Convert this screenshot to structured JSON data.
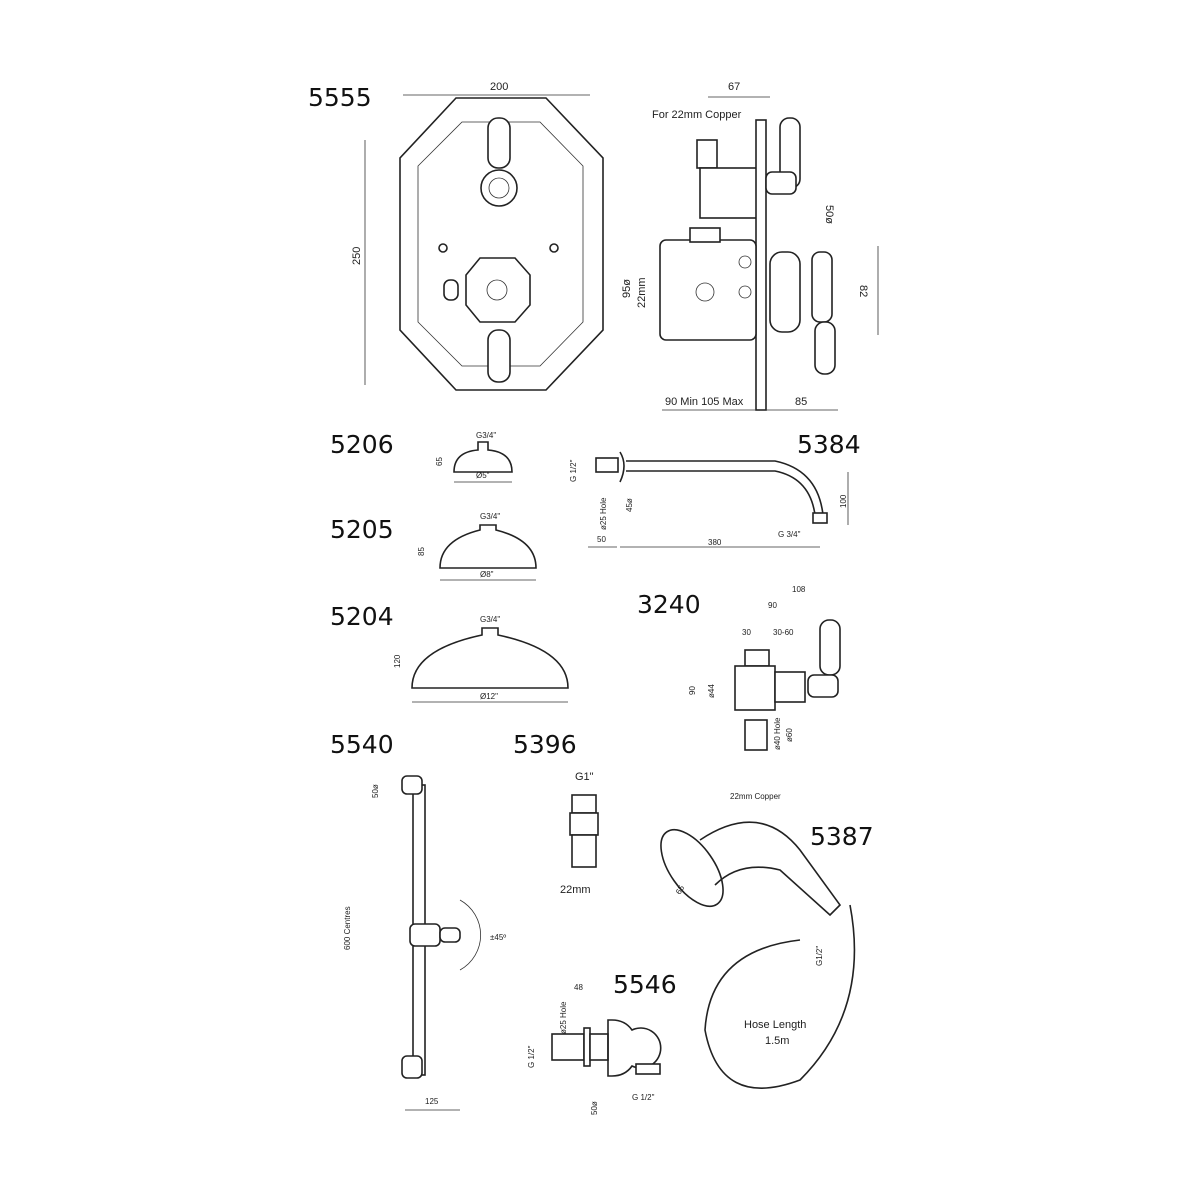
{
  "products": {
    "p5555": {
      "code": "5555",
      "width": "200",
      "height": "250",
      "copper": "For 22mm Copper",
      "d67": "67",
      "d50": "50ø",
      "d95": "95ø",
      "d22": "22mm",
      "d82": "82",
      "depth": "90 Min 105 Max",
      "d85": "85"
    },
    "p5206": {
      "code": "5206",
      "thread": "G3/4\"",
      "height": "65",
      "dia": "Ø5\""
    },
    "p5205": {
      "code": "5205",
      "thread": "G3/4\"",
      "height": "85",
      "dia": "Ø8\""
    },
    "p5204": {
      "code": "5204",
      "thread": "G3/4\"",
      "height": "120",
      "dia": "Ø12\""
    },
    "p5384": {
      "code": "5384",
      "thread_in": "G 1/2\"",
      "hole": "ø25 Hole",
      "d45": "45ø",
      "d100": "100",
      "d50": "50",
      "d380": "380",
      "thread_out": "G 3/4\""
    },
    "p3240": {
      "code": "3240",
      "d108": "108",
      "d90": "90",
      "d30": "30",
      "d3060": "30-60",
      "h90": "90",
      "d44": "ø44",
      "hole": "ø40 Hole",
      "d60": "ø60",
      "copper": "22mm Copper"
    },
    "p5540": {
      "code": "5540",
      "d50": "50ø",
      "centres": "600 Centres",
      "angle": "±45º",
      "d125": "125"
    },
    "p5396": {
      "code": "5396",
      "thread": "G1\"",
      "size": "22mm"
    },
    "p5387": {
      "code": "5387",
      "d65": "65",
      "thread": "G1/2\"",
      "hose_label": "Hose Length",
      "hose_len": "1.5m"
    },
    "p5546": {
      "code": "5546",
      "d48": "48",
      "hole": "ø25 Hole",
      "thread_in": "G 1/2\"",
      "d50": "50ø",
      "thread_out": "G 1/2\""
    }
  }
}
